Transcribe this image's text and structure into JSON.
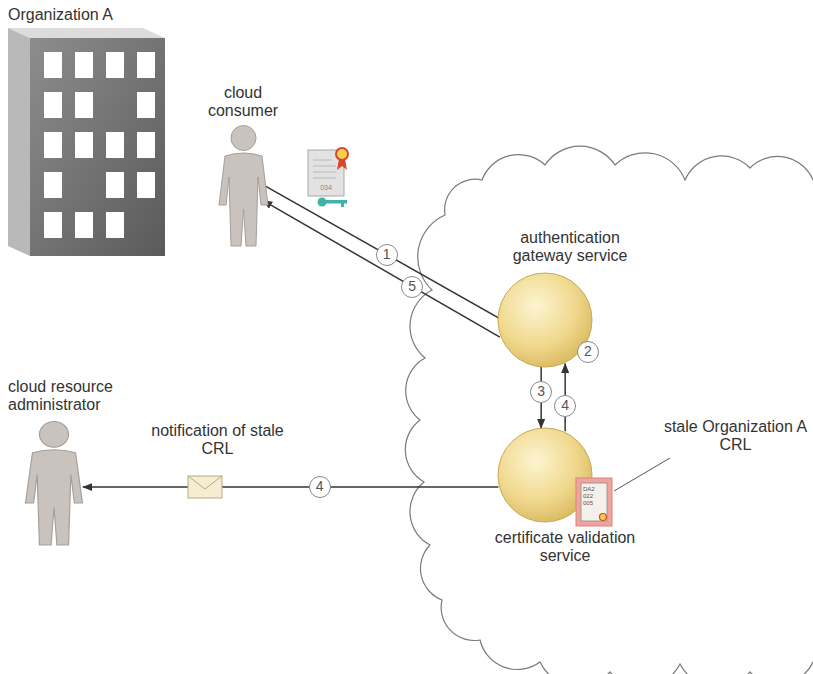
{
  "diagram": {
    "nodes": [
      {
        "text": [
          "Organization A"
        ]
      },
      {
        "text": [
          "cloud consumer"
        ]
      },
      {
        "text": [
          "authentication gateway service"
        ]
      },
      {
        "text": [
          "certificate validation service"
        ]
      },
      {
        "text": [
          "cloud resource administrator"
        ]
      }
    ],
    "edges": [
      {
        "from": 1,
        "to": 2,
        "label": "1",
        "arrow": "to"
      },
      {
        "from": 2,
        "to": 1,
        "label": "5",
        "arrow": "to"
      },
      {
        "from": 2,
        "to": 3,
        "label": "3",
        "arrow": "to"
      },
      {
        "from": 3,
        "to": 2,
        "label": "4",
        "arrow": "to"
      },
      {
        "from": 3,
        "to": 4,
        "label": "4",
        "arrow": "to"
      }
    ],
    "labels": [
      "2",
      "notification of stale CRL",
      "stale Organization A CRL",
      "034",
      "DA2 022 005"
    ]
  }
}
